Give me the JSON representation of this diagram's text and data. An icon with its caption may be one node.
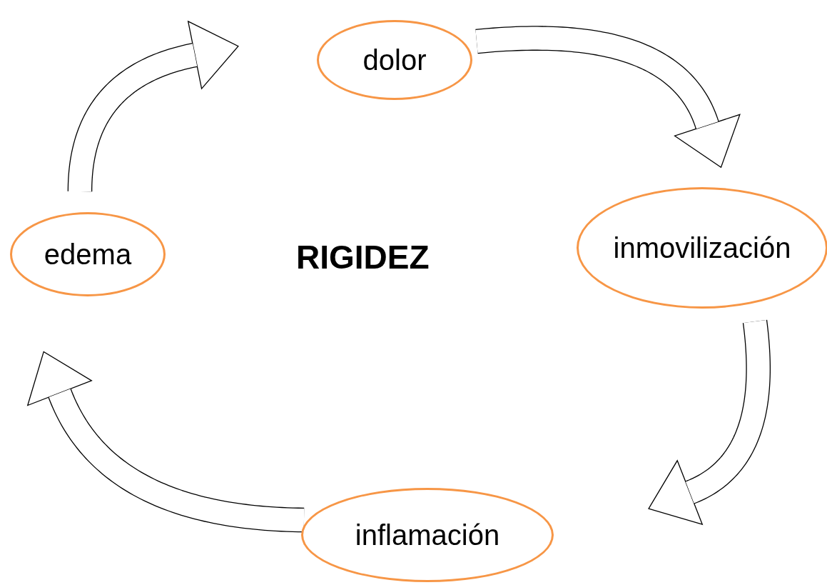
{
  "diagram": {
    "nodes": [
      {
        "text": [
          "dolor"
        ]
      },
      {
        "text": [
          "inmovilización"
        ]
      },
      {
        "text": [
          "inflamación"
        ]
      },
      {
        "text": [
          "edema"
        ]
      }
    ],
    "edges": [
      {
        "from": 0,
        "to": 1,
        "arrow": "to"
      },
      {
        "from": 1,
        "to": 2,
        "arrow": "to"
      },
      {
        "from": 2,
        "to": 3,
        "arrow": "to"
      },
      {
        "from": 3,
        "to": 0,
        "arrow": "to"
      }
    ],
    "labels": [
      "RIGIDEZ"
    ]
  }
}
